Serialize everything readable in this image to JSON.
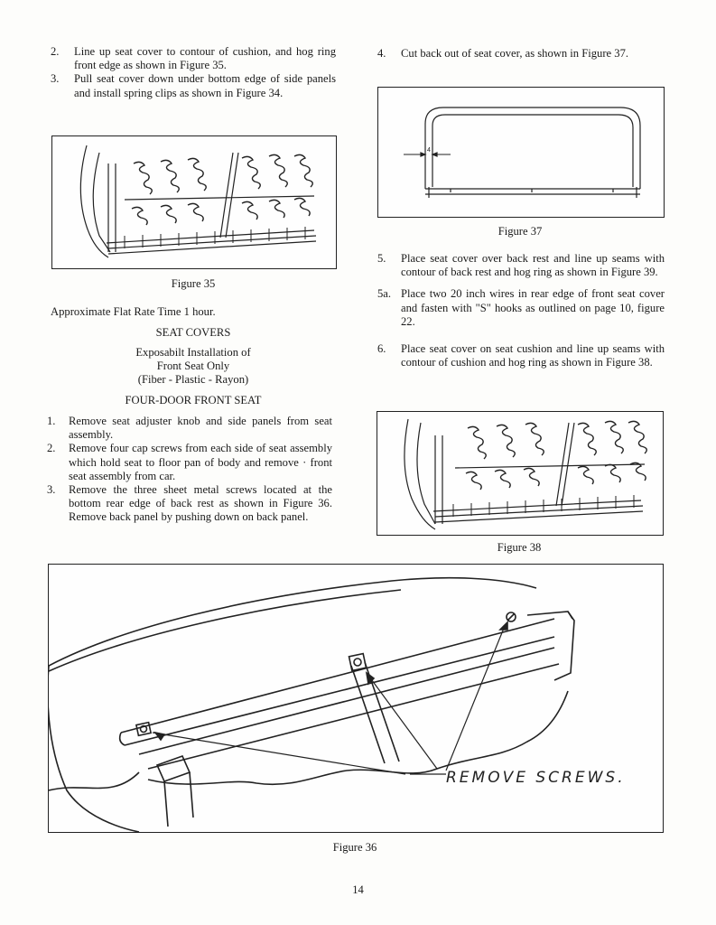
{
  "left_column": {
    "steps_top": [
      {
        "num": "2.",
        "text": "Line up seat cover to contour of cushion, and hog ring front edge as shown in Figure 35."
      },
      {
        "num": "3.",
        "text": "Pull seat cover down under bottom edge of side panels and install spring clips as shown in Figure 34."
      }
    ],
    "figure35_caption": "Figure 35",
    "flat_rate": "Approximate Flat Rate Time 1 hour.",
    "section_title": "SEAT COVERS",
    "subtitle_line1": "Exposabilt Installation of",
    "subtitle_line2": "Front Seat Only",
    "subtitle_line3": "(Fiber - Plastic - Rayon)",
    "subsection_title": "FOUR-DOOR FRONT SEAT",
    "steps_bottom": [
      {
        "num": "1.",
        "text": "Remove seat adjuster knob and side panels from seat assembly."
      },
      {
        "num": "2.",
        "text": "Remove four cap screws from each side of seat assembly which hold seat to floor pan of body and remove · front seat assembly from car."
      },
      {
        "num": "3.",
        "text": "Remove the three sheet metal screws located at the bottom rear edge of back rest as shown in Figure 36. Remove back panel by pushing down on back panel."
      }
    ]
  },
  "right_column": {
    "step4": {
      "num": "4.",
      "text": "Cut back out of seat cover, as shown in Figure 37."
    },
    "figure37_caption": "Figure 37",
    "step5": {
      "num": "5.",
      "text": "Place seat cover over back rest and line up seams with contour of back rest and hog ring as shown in Figure 39."
    },
    "step5a": {
      "num": "5a.",
      "text": "Place two 20 inch wires in rear edge of front seat cover and fasten with \"S\" hooks as outlined on page 10, figure 22."
    },
    "step6": {
      "num": "6.",
      "text": "Place seat cover on seat cushion and line up seams with contour of cushion and hog ring as shown in Figure 38."
    },
    "figure38_caption": "Figure 38"
  },
  "figure36": {
    "annotation": "REMOVE SCREWS.",
    "caption": "Figure 36"
  },
  "figure37_mark": "4",
  "page_number": "14"
}
